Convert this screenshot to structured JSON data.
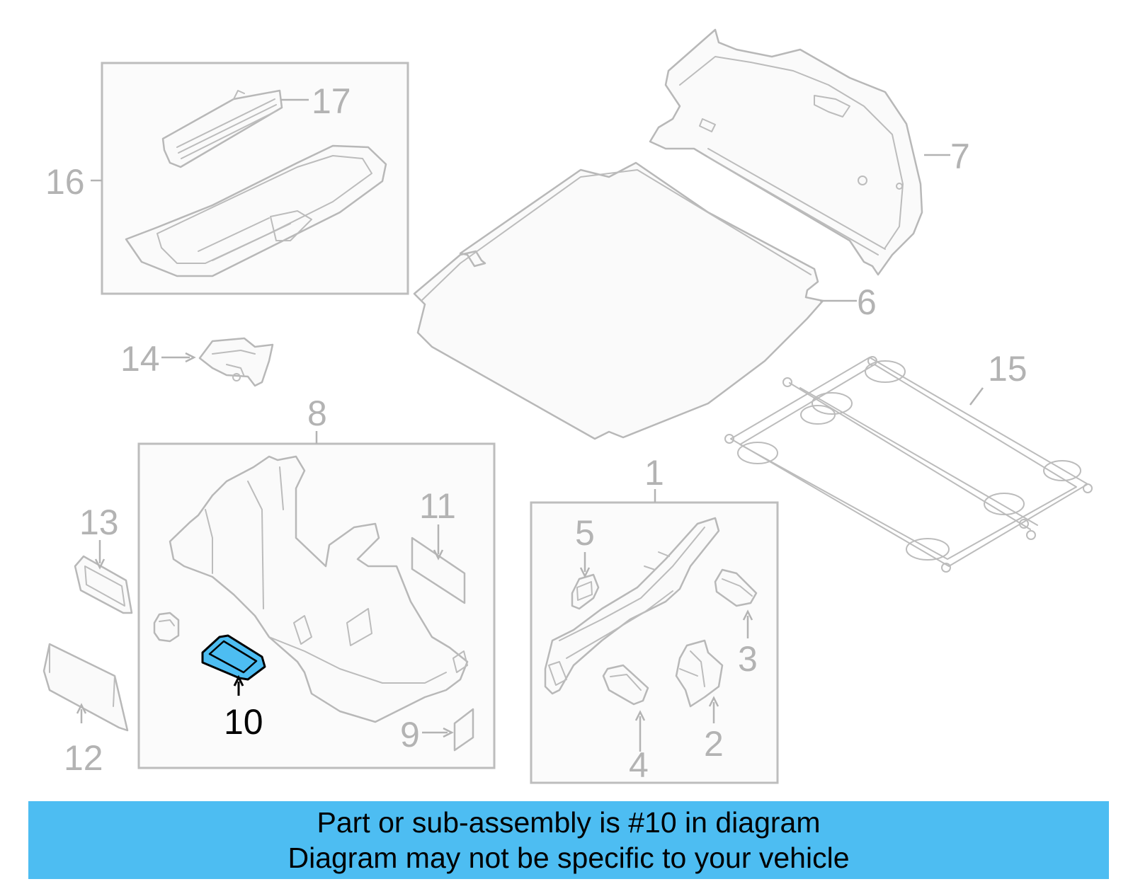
{
  "callouts": {
    "c1": "1",
    "c2": "2",
    "c3": "3",
    "c4": "4",
    "c5": "5",
    "c6": "6",
    "c7": "7",
    "c8": "8",
    "c9": "9",
    "c10": "10",
    "c11": "11",
    "c12": "12",
    "c13": "13",
    "c14": "14",
    "c15": "15",
    "c16": "16",
    "c17": "17"
  },
  "highlighted_part": "10",
  "banner": {
    "line1": "Part or sub-assembly is #10 in diagram",
    "line2": "Diagram may not be specific to your vehicle"
  },
  "colors": {
    "highlight": "#4dbdf2",
    "line": "#bdbdbd",
    "callout": "#b3b3b3"
  }
}
